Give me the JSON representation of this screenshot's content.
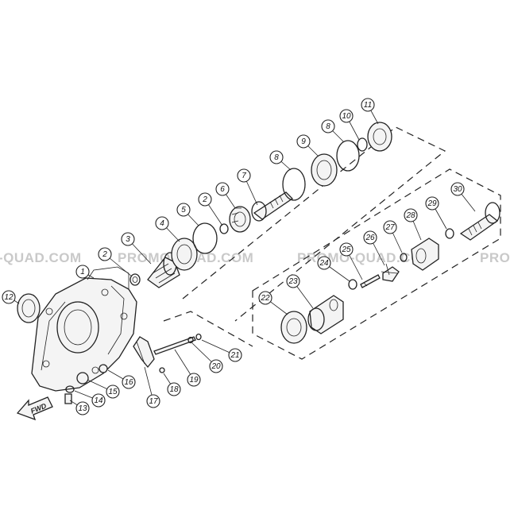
{
  "watermarks": [
    {
      "text": "-QUAD.COM"
    },
    {
      "text": "PROMO-QUAD.COM"
    },
    {
      "text": "PROMO-QUAD.COM"
    },
    {
      "text": "PRO"
    }
  ],
  "forward_arrow": {
    "text": "FWD"
  },
  "callouts": [
    {
      "num": "1"
    },
    {
      "num": "2"
    },
    {
      "num": "2"
    },
    {
      "num": "3"
    },
    {
      "num": "4"
    },
    {
      "num": "5"
    },
    {
      "num": "6"
    },
    {
      "num": "7"
    },
    {
      "num": "8"
    },
    {
      "num": "8"
    },
    {
      "num": "9"
    },
    {
      "num": "10"
    },
    {
      "num": "11"
    },
    {
      "num": "12"
    },
    {
      "num": "13"
    },
    {
      "num": "14"
    },
    {
      "num": "15"
    },
    {
      "num": "16"
    },
    {
      "num": "17"
    },
    {
      "num": "18"
    },
    {
      "num": "19"
    },
    {
      "num": "20"
    },
    {
      "num": "21"
    },
    {
      "num": "22"
    },
    {
      "num": "23"
    },
    {
      "num": "24"
    },
    {
      "num": "25"
    },
    {
      "num": "26"
    },
    {
      "num": "27"
    },
    {
      "num": "28"
    },
    {
      "num": "29"
    },
    {
      "num": "30"
    }
  ]
}
